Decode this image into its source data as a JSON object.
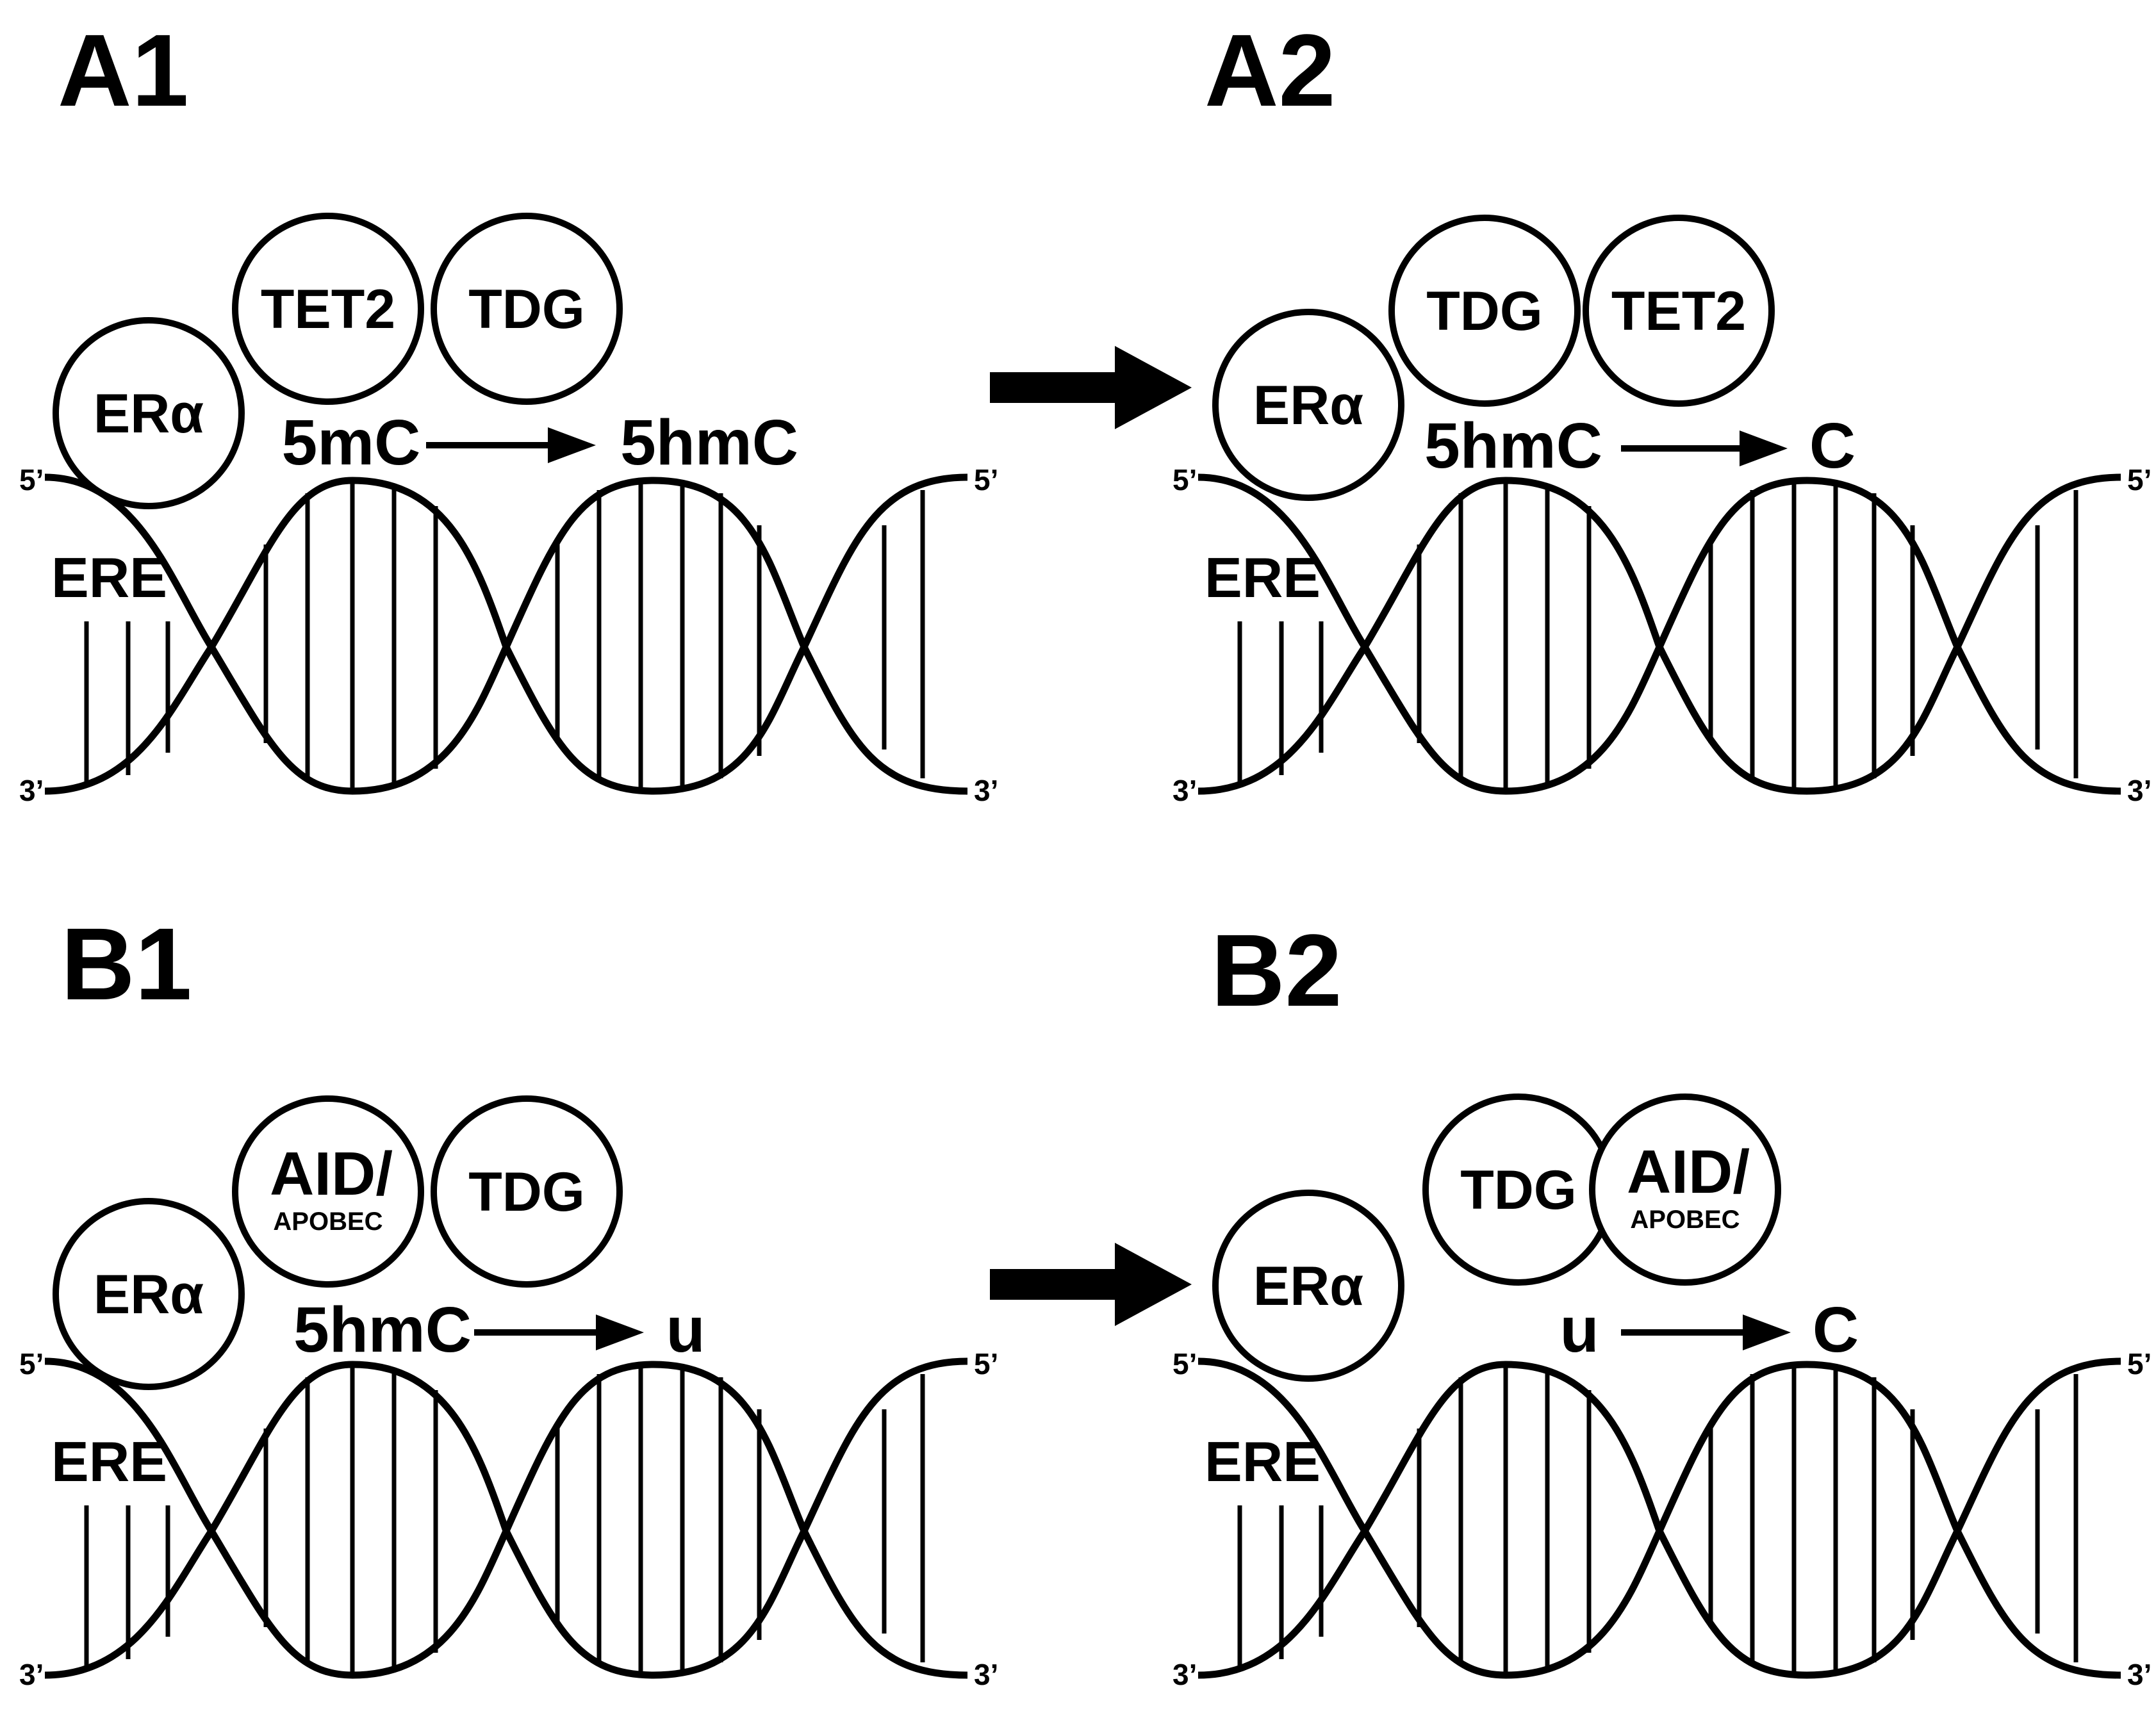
{
  "strand_ends": {
    "five_prime": "5’",
    "three_prime": "3’"
  },
  "colors": {
    "ink": "#000000",
    "paper": "#ffffff"
  },
  "panels": [
    {
      "id": "A1",
      "label": "A1",
      "ere": "ERE",
      "proteins": [
        {
          "name": "era",
          "lines": [
            "ERα"
          ]
        },
        {
          "name": "tet2",
          "lines": [
            "TET2"
          ]
        },
        {
          "name": "tdg",
          "lines": [
            "TDG"
          ]
        }
      ],
      "modification": {
        "from": "5mC",
        "to": "5hmC"
      }
    },
    {
      "id": "A2",
      "label": "A2",
      "ere": "ERE",
      "proteins": [
        {
          "name": "era",
          "lines": [
            "ERα"
          ]
        },
        {
          "name": "tdg",
          "lines": [
            "TDG"
          ]
        },
        {
          "name": "tet2",
          "lines": [
            "TET2"
          ]
        }
      ],
      "modification": {
        "from": "5hmC",
        "to": "C"
      }
    },
    {
      "id": "B1",
      "label": "B1",
      "ere": "ERE",
      "proteins": [
        {
          "name": "era",
          "lines": [
            "ERα"
          ]
        },
        {
          "name": "aid-apobec",
          "lines": [
            "AID/",
            "APOBEC"
          ]
        },
        {
          "name": "tdg",
          "lines": [
            "TDG"
          ]
        }
      ],
      "modification": {
        "from": "5hmC",
        "to": "u"
      }
    },
    {
      "id": "B2",
      "label": "B2",
      "ere": "ERE",
      "proteins": [
        {
          "name": "era",
          "lines": [
            "ERα"
          ]
        },
        {
          "name": "tdg",
          "lines": [
            "TDG"
          ]
        },
        {
          "name": "aid-apobec",
          "lines": [
            "AID/",
            "APOBEC"
          ]
        }
      ],
      "modification": {
        "from": "u",
        "to": "C"
      }
    }
  ]
}
